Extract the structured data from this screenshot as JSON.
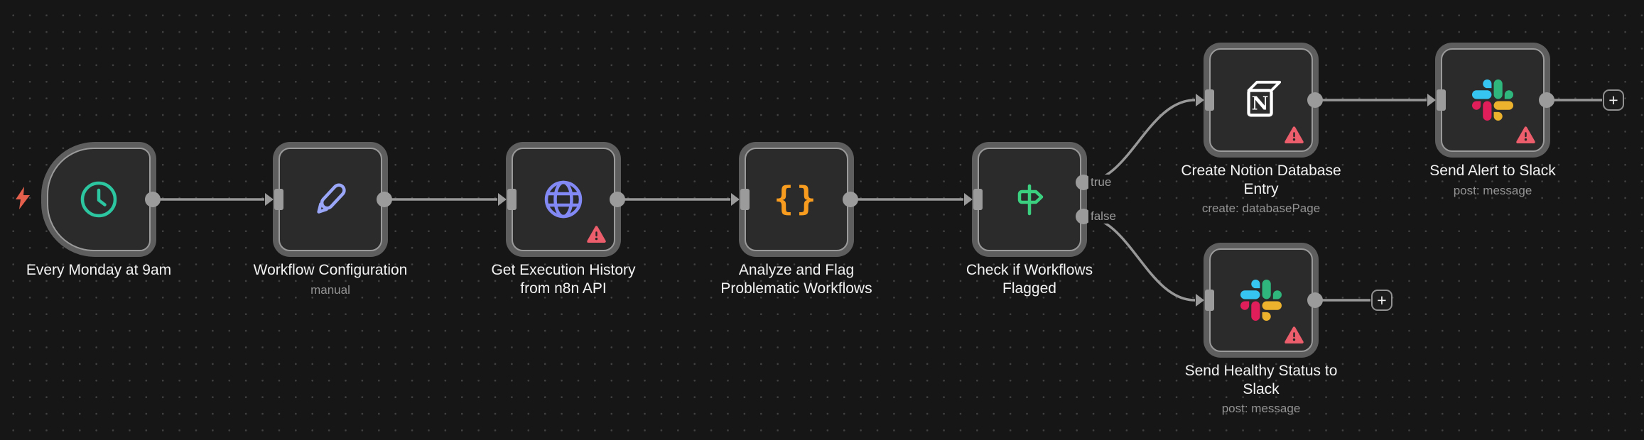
{
  "workflow": {
    "nodes": [
      {
        "title": "Every Monday at 9am",
        "title_lines": [
          "Every Monday at 9am"
        ],
        "subtitle": "",
        "icon": "clock",
        "kind": "schedule-trigger",
        "has_warning": false
      },
      {
        "title": "Workflow Configuration",
        "title_lines": [
          "Workflow Configuration"
        ],
        "subtitle": "manual",
        "icon": "pencil",
        "kind": "set",
        "has_warning": false
      },
      {
        "title": "Get Execution History from n8n API",
        "title_lines": [
          "Get Execution History",
          "from n8n API"
        ],
        "subtitle": "",
        "icon": "globe",
        "kind": "http-request",
        "has_warning": true
      },
      {
        "title": "Analyze and Flag Problematic Workflows",
        "title_lines": [
          "Analyze and Flag",
          "Problematic Workflows"
        ],
        "subtitle": "",
        "icon": "curly-braces",
        "kind": "code",
        "has_warning": false
      },
      {
        "title": "Check if Workflows Flagged",
        "title_lines": [
          "Check if Workflows",
          "Flagged"
        ],
        "subtitle": "",
        "icon": "signpost",
        "kind": "if",
        "has_warning": false,
        "outputs": [
          "true",
          "false"
        ]
      },
      {
        "title": "Create Notion Database Entry",
        "title_lines": [
          "Create Notion Database",
          "Entry"
        ],
        "subtitle": "create: databasePage",
        "icon": "notion",
        "kind": "notion",
        "has_warning": true
      },
      {
        "title": "Send Alert to Slack",
        "title_lines": [
          "Send Alert to Slack"
        ],
        "subtitle": "post: message",
        "icon": "slack",
        "kind": "slack",
        "has_warning": true
      },
      {
        "title": "Send Healthy Status to Slack",
        "title_lines": [
          "Send Healthy Status to",
          "Slack"
        ],
        "subtitle": "post: message",
        "icon": "slack",
        "kind": "slack",
        "has_warning": true
      }
    ],
    "connection_labels": {
      "true_label": "true",
      "false_label": "false"
    },
    "add_button_label": "+"
  },
  "colors": {
    "canvas_bg": "#161616",
    "grid_dot": "#414141",
    "node_border": "#5e5e5e",
    "node_fill": "#2b2b2b",
    "node_inner_stroke": "#9b9b9b",
    "wire": "#989898",
    "title_text": "#f2f2f2",
    "subtitle_text": "#949494",
    "warning": "#ED5E6C",
    "trigger_zap": "#E5604C",
    "clock_icon": "#2CC6A0",
    "pencil_icon": "#9AA6F8",
    "globe_icon": "#8289F4",
    "braces_icon": "#F79C1E",
    "signpost_icon": "#3BD080",
    "slack_blue": "#36C5F0",
    "slack_green": "#2EB67D",
    "slack_red": "#E01E5A",
    "slack_yellow": "#ECB22E"
  }
}
